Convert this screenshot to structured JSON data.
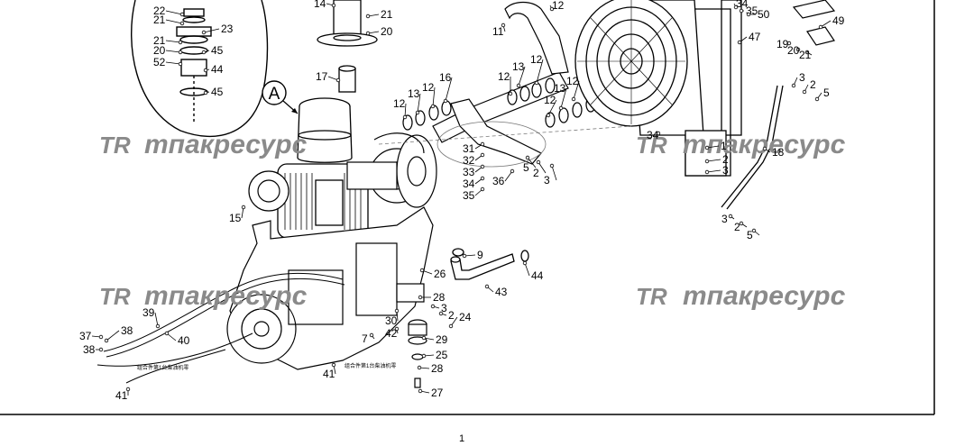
{
  "diagram": {
    "callout_letter": "A",
    "page_number": "1",
    "watermark": {
      "logo_text": "TR",
      "brand_text": "тпакресурс"
    },
    "part_numbers": [
      "1",
      "2",
      "3",
      "5",
      "7",
      "9",
      "11",
      "12",
      "13",
      "14",
      "15",
      "16",
      "17",
      "18",
      "19",
      "20",
      "21",
      "22",
      "23",
      "24",
      "25",
      "26",
      "27",
      "28",
      "29",
      "30",
      "31",
      "32",
      "33",
      "34",
      "35",
      "36",
      "37",
      "38",
      "39",
      "40",
      "41",
      "42",
      "43",
      "44",
      "45",
      "47",
      "49",
      "50",
      "52"
    ],
    "notes": {
      "left_note": "组合件第1台柴油机零",
      "right_note": "组合件第1台柴油机零"
    }
  }
}
